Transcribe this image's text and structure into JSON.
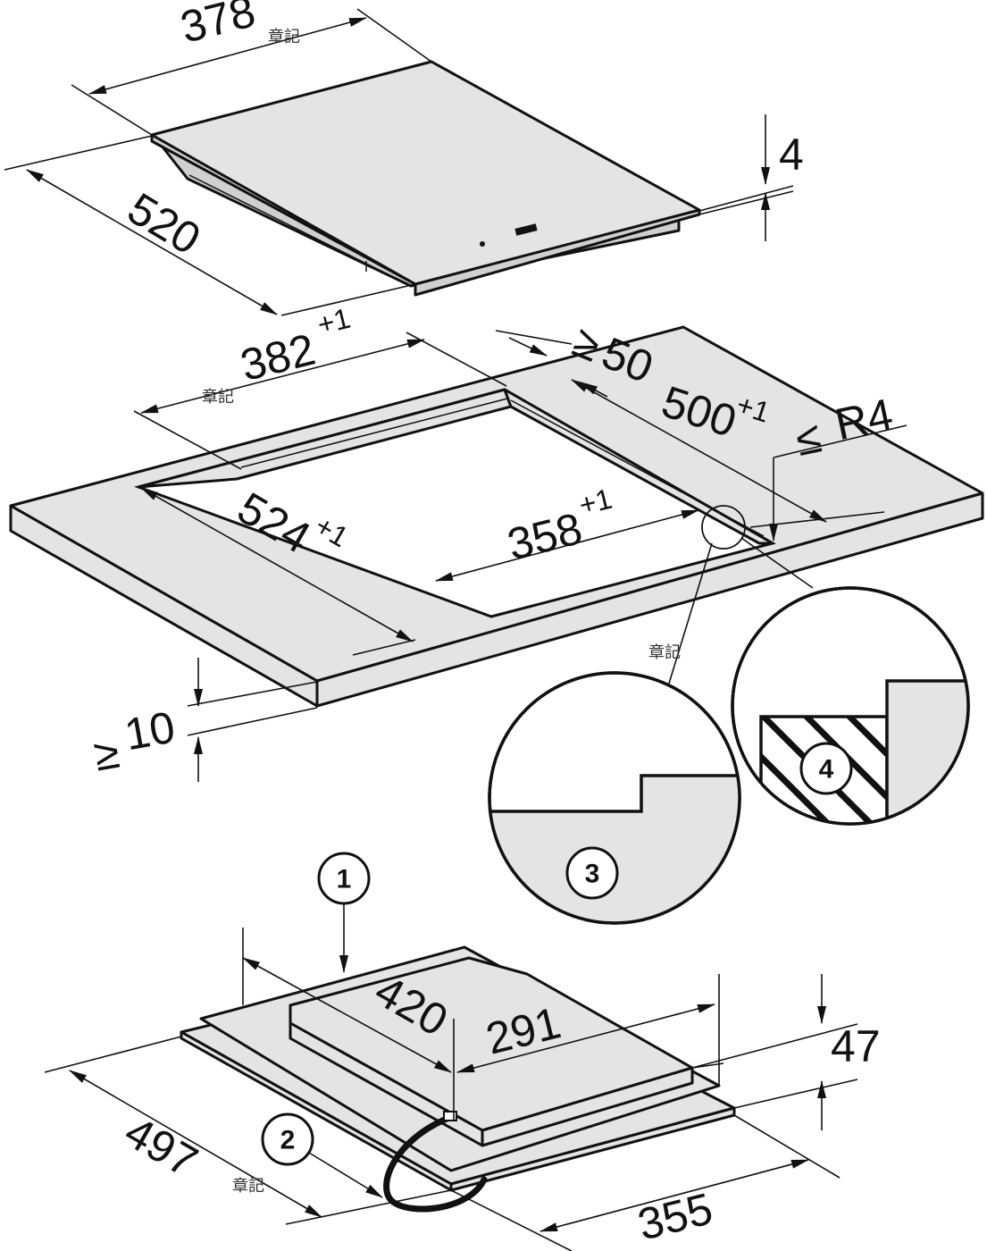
{
  "cooktop": {
    "width": "378",
    "depth": "520",
    "thickness": "4"
  },
  "cutout": {
    "width_value": "382",
    "width_tol": "+1",
    "min_edge_value": "50",
    "min_edge_sign": "≥",
    "depth_value": "500",
    "depth_tol": "+1",
    "radius_sign": "≤",
    "radius_value": "R4",
    "inner_depth_value": "524",
    "inner_depth_tol": "+1",
    "inner_width_value": "358",
    "inner_width_tol": "+1",
    "min_thickness_sign": "≥",
    "min_thickness_value": "10"
  },
  "underside": {
    "length": "420",
    "width_inner": "291",
    "height": "47",
    "depth": "497",
    "width": "355"
  },
  "callouts": [
    "1",
    "2",
    "3",
    "4"
  ],
  "watermark": "章記",
  "colors": {
    "surface": "#e3e4e3",
    "line": "#111111"
  }
}
